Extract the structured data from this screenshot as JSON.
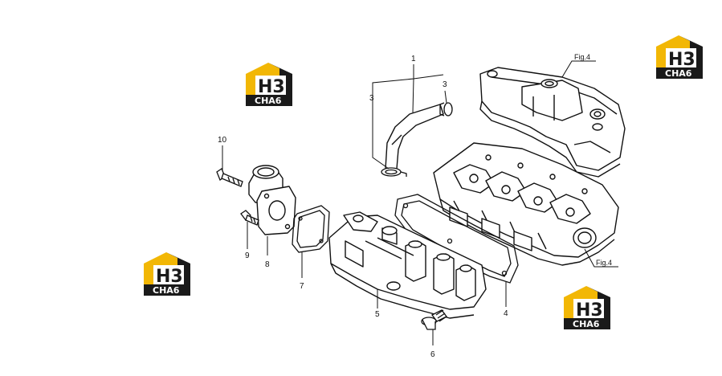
{
  "diagram": {
    "callouts": [
      "1",
      "3",
      "3",
      "10",
      "9",
      "8",
      "7",
      "5",
      "6",
      "4"
    ],
    "fig_refs": [
      "Fig.4",
      "Fig.4"
    ]
  },
  "watermark": {
    "logo_text": "H3",
    "brand_text": "CHA6",
    "colors": {
      "roof": "#f2b705",
      "dark": "#1a1a1a",
      "plate": "#ffffff"
    }
  }
}
